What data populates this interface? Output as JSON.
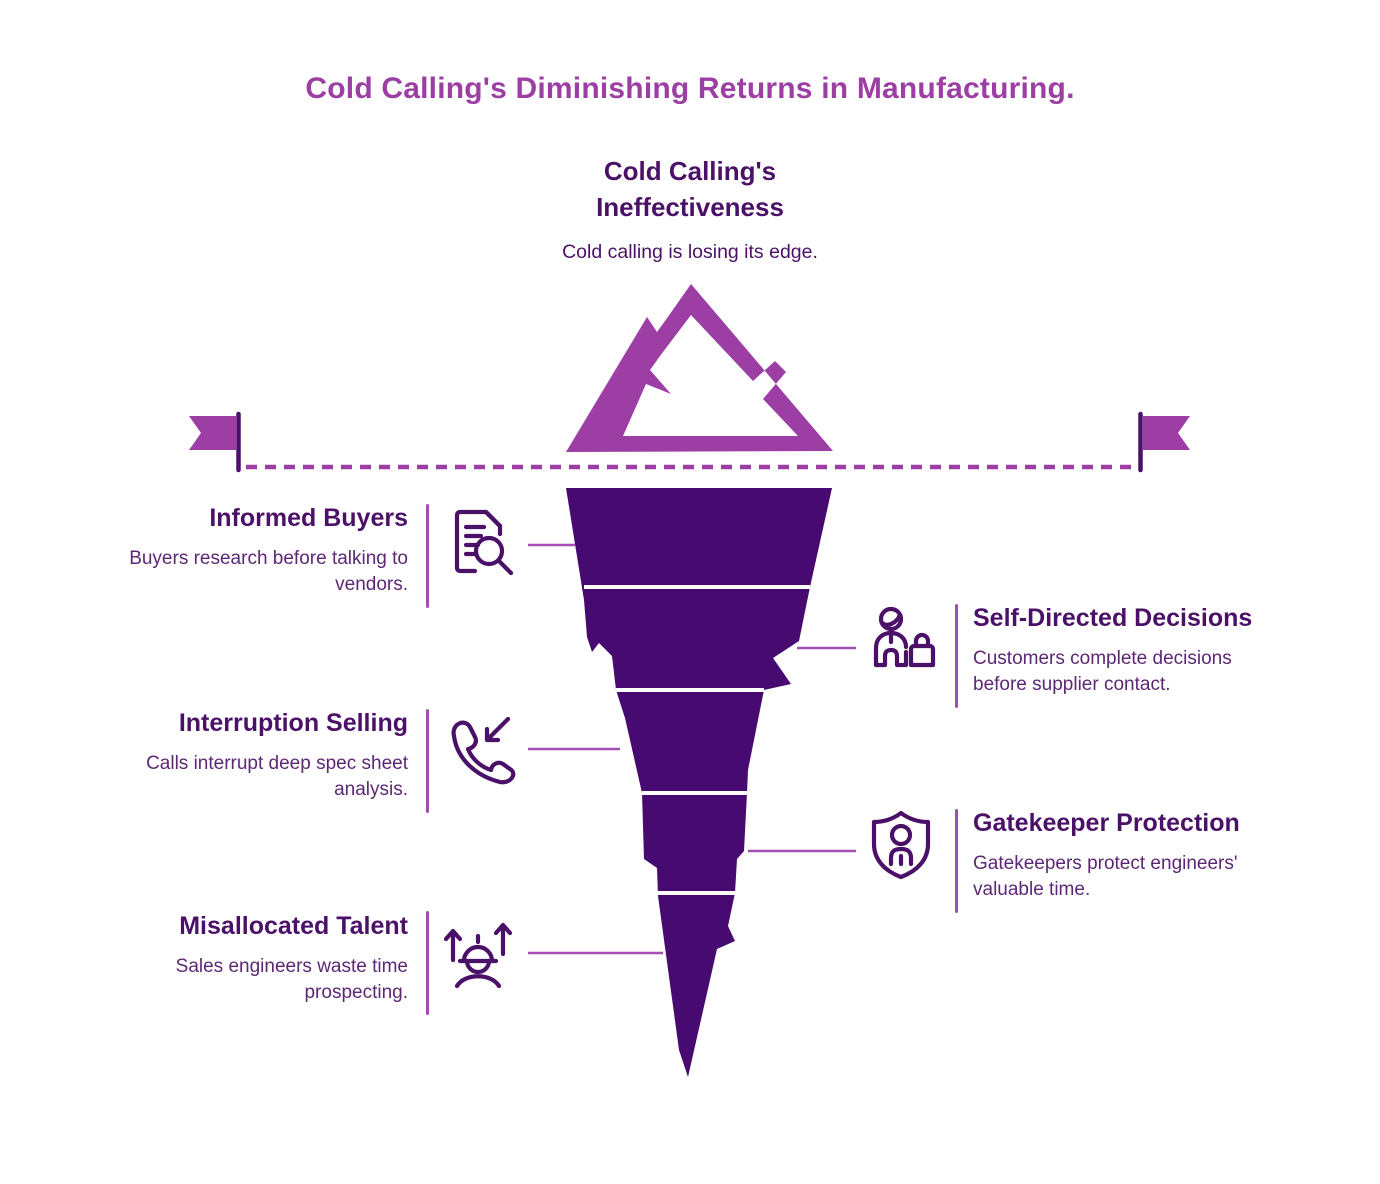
{
  "page": {
    "title": "Cold Calling's Diminishing Returns in Manufacturing."
  },
  "summit": {
    "heading_line1": "Cold Calling's",
    "heading_line2": "Ineffectiveness",
    "subtitle": "Cold calling is losing its edge.",
    "icon": "mountain-icon"
  },
  "waterline": {
    "left_icon": "flag-icon",
    "right_icon": "flag-icon"
  },
  "iceberg": {
    "icon": "iceberg-funnel",
    "segment_count": 5
  },
  "callouts_left": [
    {
      "title": "Informed Buyers",
      "desc": "Buyers research before talking to vendors.",
      "icon": "document-search-icon"
    },
    {
      "title": "Interruption Selling",
      "desc": "Calls interrupt deep spec sheet analysis.",
      "icon": "phone-incoming-icon"
    },
    {
      "title": "Misallocated Talent",
      "desc": "Sales engineers waste time prospecting.",
      "icon": "engineer-arrows-icon"
    }
  ],
  "callouts_right": [
    {
      "title": "Self-Directed Decisions",
      "desc": "Customers complete decisions before supplier contact.",
      "icon": "customer-shopping-icon"
    },
    {
      "title": "Gatekeeper Protection",
      "desc": "Gatekeepers protect engineers' valuable time.",
      "icon": "shield-person-icon"
    }
  ],
  "colors": {
    "accent_magenta": "#9C3EA4",
    "iceberg_purple": "#470A70",
    "heading_purple": "#4B1168",
    "body_text_purple": "#5C2875",
    "connector_purple": "#A44FB4",
    "divider_purple": "#A04FB0"
  }
}
